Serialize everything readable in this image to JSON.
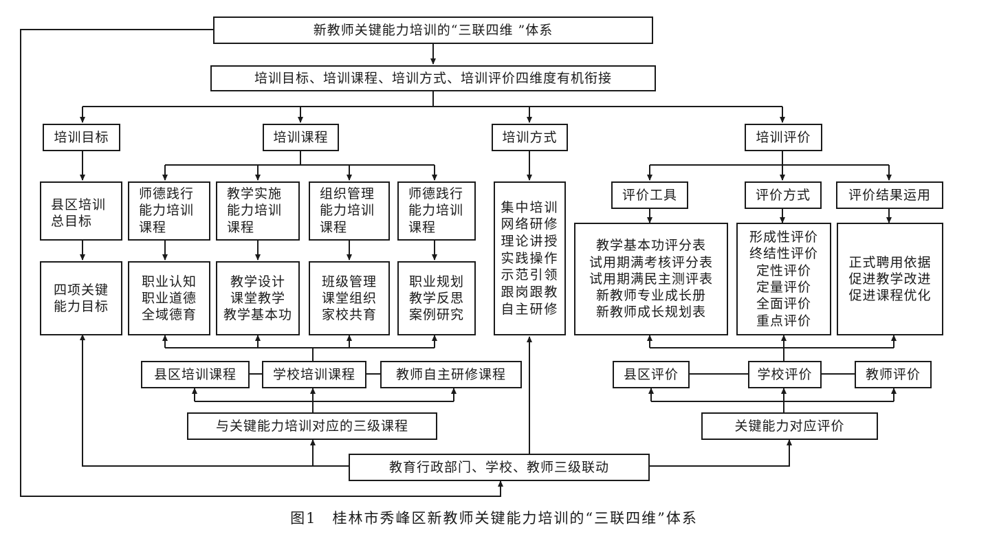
{
  "diagram": {
    "nodes": {
      "top": "新教师关键能力培训的“三联四维 ”体系",
      "dims": "培训目标、培训课程、培训方式、培训评价四维度有机衔接",
      "goal": "培训目标",
      "course": "培训课程",
      "method": "培训方式",
      "eval": "培训评价",
      "goal1": "县区培训\n总目标",
      "goal2": "四项关键\n能力目标",
      "c1": "师德践行\n能力培训\n课程",
      "c2": "教学实施\n能力培训\n课程",
      "c3": "组织管理\n能力培训\n课程",
      "c4": "师德践行\n能力培训\n课程",
      "c1b": "职业认知\n职业道德\n全域德育",
      "c2b": "教学设计\n课堂教学\n教学基本功",
      "c3b": "班级管理\n课堂组织\n家校共育",
      "c4b": "职业规划\n教学反思\n案例研究",
      "methodBody": "集中培训\n网络研修\n理论讲授\n实践操作\n示范引领\n跟岗跟教\n自主研修",
      "tool": "评价工具",
      "mode": "评价方式",
      "use": "评价结果运用",
      "toolBody": "教学基本功评分表\n试用期满考核评分表\n试用期满民主测评表\n新教师专业成长册\n新教师成长规划表",
      "modeBody": "形成性评价\n终结性评价\n定性评价\n定量评价\n全面评价\n重点评价",
      "useBody": "正式聘用依据\n促进教学改进\n促进课程优化",
      "county": "县区培训课程",
      "school": "学校培训课程",
      "self": "教师自主研修课程",
      "three": "与关键能力培训对应的三级课程",
      "countyEval": "县区评价",
      "schoolEval": "学校评价",
      "teacherEval": "教师评价",
      "keyEval": "关键能力对应评价",
      "linkage": "教育行政部门、学校、教师三级联动"
    },
    "caption": "图1　桂林市秀峰区新教师关键能力培训的“三联四维”体系",
    "colors": {
      "line": "#1a1a1a",
      "background": "#ffffff"
    }
  }
}
